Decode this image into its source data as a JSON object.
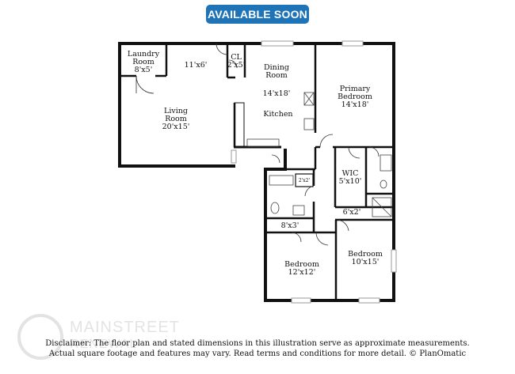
{
  "badge": "AVAILABLE SOON",
  "rooms": {
    "laundry": {
      "name_1": "Laundry",
      "name_2": "Room",
      "size": "8'x5'"
    },
    "hall": {
      "size": "11'x6'"
    },
    "closet": {
      "name": "CL",
      "size": "2'x5'"
    },
    "dining": {
      "name_1": "Dining",
      "name_2": "Room",
      "size": "14'x18'"
    },
    "kitchen": {
      "name": "Kitchen"
    },
    "living": {
      "name_1": "Living",
      "name_2": "Room",
      "size": "20'x15'"
    },
    "primary": {
      "name_1": "Primary",
      "name_2": "Bedroom",
      "size": "14'x18'"
    },
    "wic": {
      "name": "WIC",
      "size": "5'x10'"
    },
    "linen": {
      "size": "2'x2'"
    },
    "hall2": {
      "size": "6'x2'"
    },
    "bath": {
      "size": "8'x3'"
    },
    "bedroom2": {
      "name": "Bedroom",
      "size": "12'x12'"
    },
    "bedroom3": {
      "name": "Bedroom",
      "size": "10'x15'"
    }
  },
  "watermark": {
    "line_1": "MAINSTREET",
    "line_2": "RENEWAL"
  },
  "disclaimer": {
    "line_1": "Disclaimer: The floor plan and stated dimensions in this illustration serve as approximate measurements.",
    "line_2": "Actual square footage and features may vary. Read terms and conditions for more detail. © PlanOmatic"
  },
  "colors": {
    "badge": "#1f73b7",
    "wall": "#111111"
  }
}
